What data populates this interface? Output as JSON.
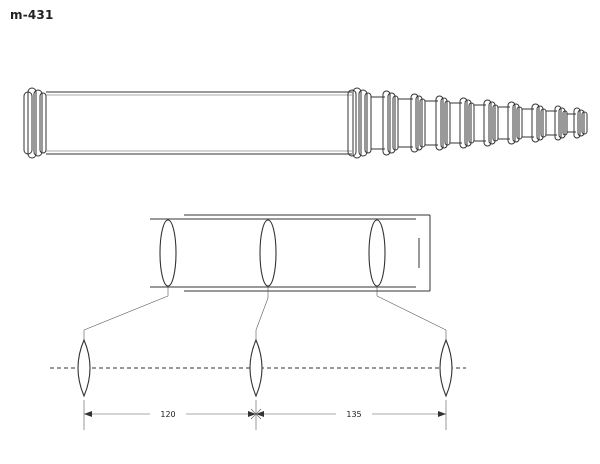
{
  "reference": "m-431",
  "dimensions": {
    "left": "120",
    "right": "135"
  }
}
